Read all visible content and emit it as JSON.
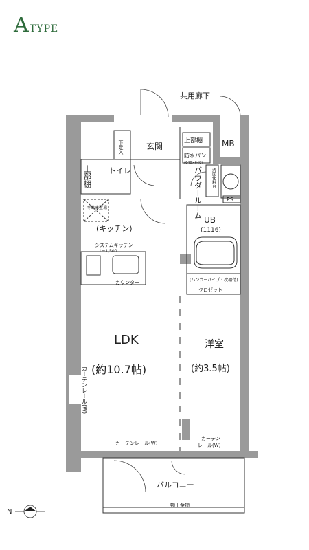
{
  "title": {
    "letter": "A",
    "suffix": "TYPE",
    "color": "#2e6b3b"
  },
  "labels": {
    "corridor": "共用廊下",
    "mb": "MB",
    "entrance": "玄関",
    "shoe": "下足入",
    "upper_shelf_top": "上部棚",
    "waterproof_pan": "防水パン",
    "waterproof_pan_size": "(640×640)",
    "washstand": "洗面化粧台",
    "powder_room": "パウダールーム",
    "toilet": "トイレ",
    "upper_shelf_left": "上部棚",
    "ps": "PS",
    "fridge": "冷蔵庫置場",
    "kitchen": "(キッチン)",
    "ub": "UB",
    "ub_size": "(1116)",
    "system_kitchen": "システムキッチン",
    "system_kitchen_len": "L=1,500",
    "counter": "カウンター",
    "hanger": "(ハンガーパイプ・枕棚付)",
    "closet": "クロゼット",
    "ldk": "LDK",
    "ldk_area": "(約10.7帖)",
    "western": "洋室",
    "western_area": "(約3.5帖)",
    "curtain_rail_vertical": "カーテンレール(W)",
    "curtain_rail_bottom": "カーテンレール(W)",
    "curtain_rail_small_1": "カーテン",
    "curtain_rail_small_2": "レール(W)",
    "balcony": "バルコニー",
    "drying_hardware": "物干金物",
    "north": "N"
  },
  "colors": {
    "wall": "#9a9a9a",
    "accent": "#2e6b3b"
  }
}
